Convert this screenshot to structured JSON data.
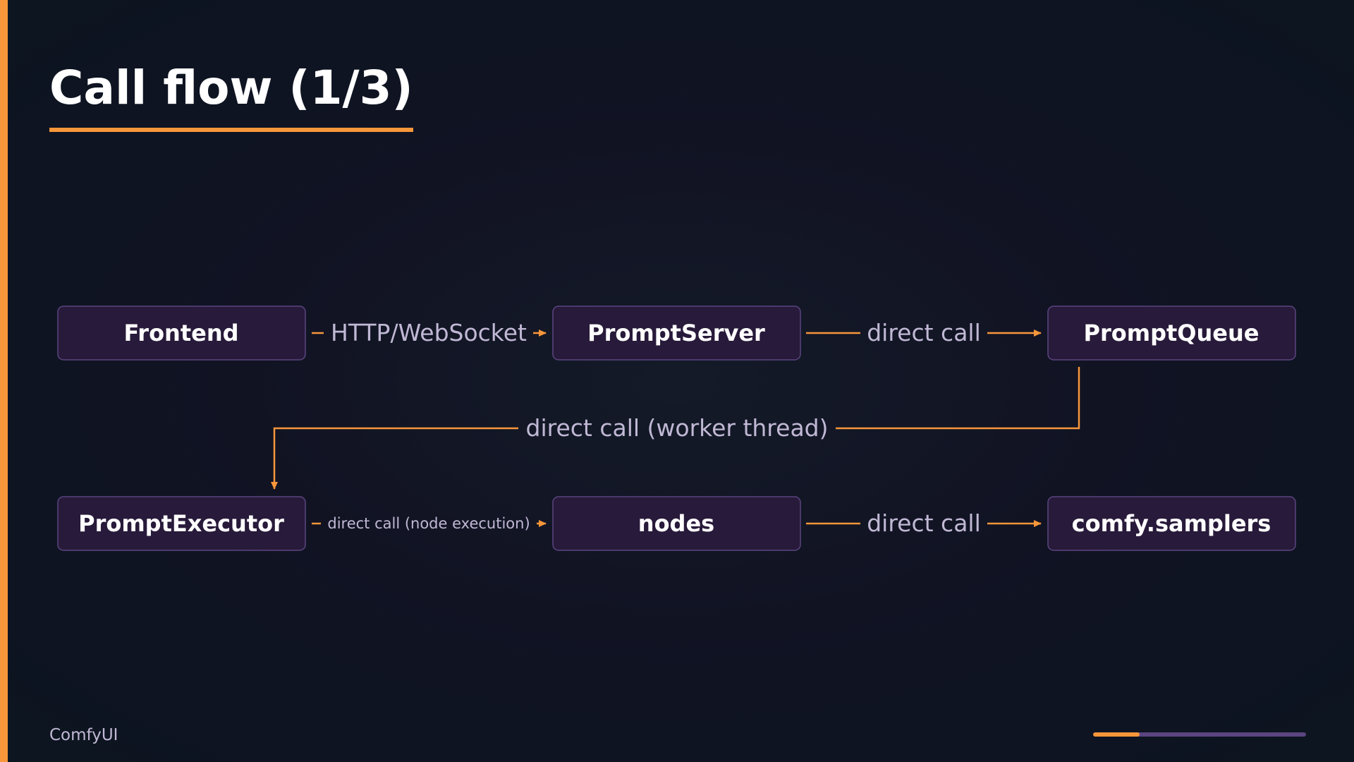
{
  "slide": {
    "title": "Call flow (1/3)",
    "footer": "ComfyUI",
    "progress": 0.22,
    "colors": {
      "accent": "#f7963a",
      "node_fill": "#281a3a",
      "node_border": "#5b4580",
      "muted_text": "#c0b8d4"
    }
  },
  "diagram": {
    "nodes": [
      {
        "id": "frontend",
        "label": "Frontend"
      },
      {
        "id": "promptserver",
        "label": "PromptServer"
      },
      {
        "id": "promptqueue",
        "label": "PromptQueue"
      },
      {
        "id": "promptexecutor",
        "label": "PromptExecutor"
      },
      {
        "id": "nodes",
        "label": "nodes"
      },
      {
        "id": "samplers",
        "label": "comfy.samplers"
      }
    ],
    "edges": [
      {
        "from": "frontend",
        "to": "promptserver",
        "label": "HTTP/WebSocket"
      },
      {
        "from": "promptserver",
        "to": "promptqueue",
        "label": "direct call"
      },
      {
        "from": "promptqueue",
        "to": "promptexecutor",
        "label": "direct call (worker thread)"
      },
      {
        "from": "promptexecutor",
        "to": "nodes",
        "label": "direct call (node execution)"
      },
      {
        "from": "nodes",
        "to": "samplers",
        "label": "direct call"
      }
    ]
  }
}
